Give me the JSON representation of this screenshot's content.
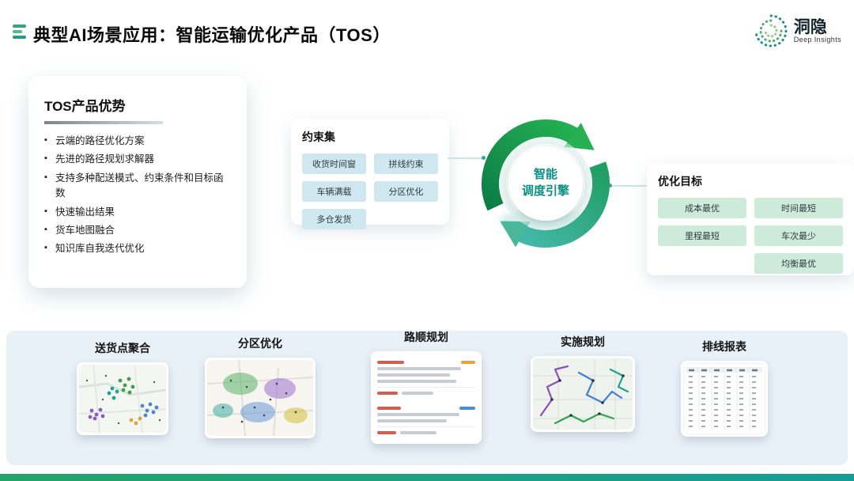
{
  "header": {
    "title": "典型AI场景应用：智能运输优化产品（TOS）"
  },
  "logo": {
    "name": "洞隐",
    "subtitle": "Deep Insights"
  },
  "advantages": {
    "title": "TOS产品优势",
    "items": [
      "云端的路径优化方案",
      "先进的路径规划求解器",
      "支持多种配送模式、约束条件和目标函数",
      "快速输出结果",
      "货车地图融合",
      "知识库自我迭代优化"
    ]
  },
  "constraints": {
    "title": "约束集",
    "tags": [
      "收货时间窗",
      "拼线约束",
      "车辆满载",
      "分区优化",
      "多仓发货"
    ]
  },
  "engine": {
    "line1": "智能",
    "line2": "调度引擎"
  },
  "goals": {
    "title": "优化目标",
    "tags": [
      "成本最优",
      "时间最短",
      "里程最短",
      "车次最少",
      "均衡最优"
    ]
  },
  "gallery": {
    "items": [
      {
        "label": "送货点聚合"
      },
      {
        "label": "分区优化"
      },
      {
        "label": "路顺规划"
      },
      {
        "label": "实施规划"
      },
      {
        "label": "排线报表"
      }
    ]
  },
  "colors": {
    "accent_teal": "#17a09c",
    "accent_green": "#21a567",
    "band_bg": "#e9f1f8",
    "tag_blue_bg": "#cfe7ee",
    "tag_green_bg": "#cdeadb"
  }
}
